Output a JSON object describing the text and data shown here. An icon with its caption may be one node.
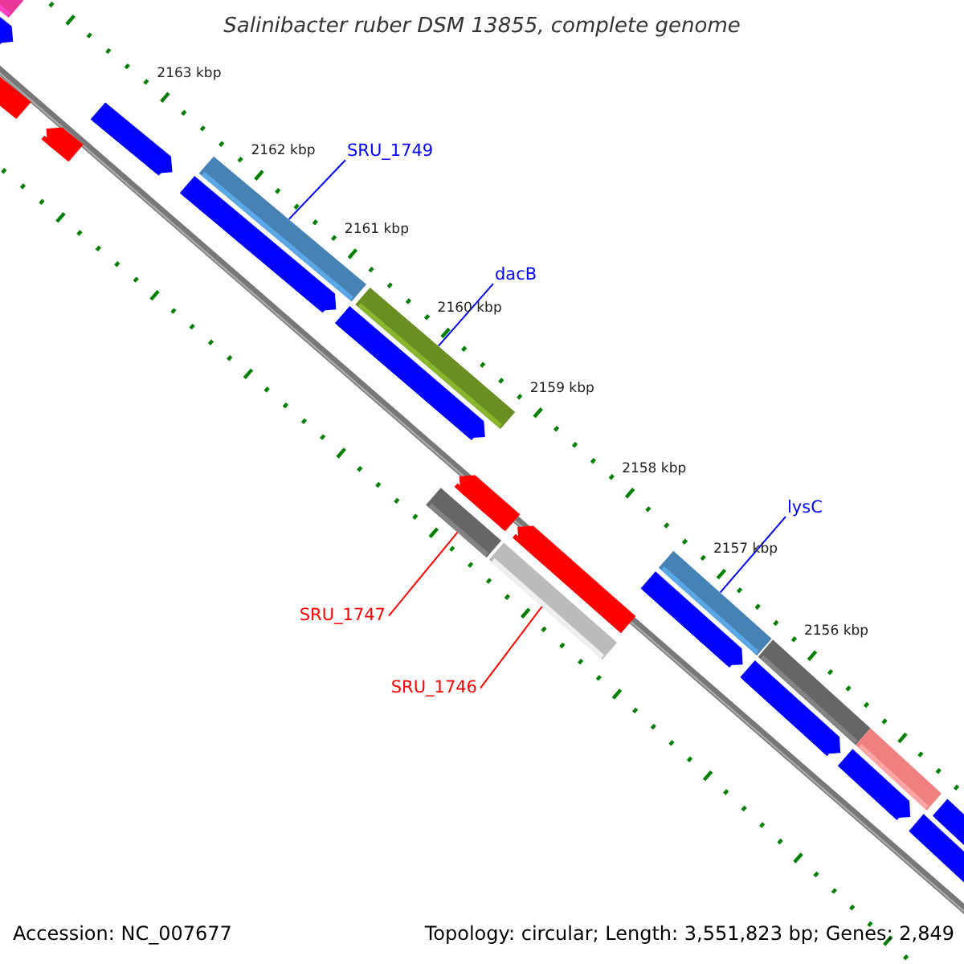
{
  "diagram": {
    "title": "Salinibacter ruber DSM 13855, complete genome",
    "nodes": [
      {
        "text": [
          "SRU_1749"
        ]
      },
      {
        "text": [],
        "shape": "bar"
      },
      {
        "text": [
          "dacB"
        ]
      },
      {
        "text": [],
        "shape": "bar"
      },
      {
        "text": [
          "lysC"
        ]
      },
      {
        "text": [],
        "shape": "bar"
      },
      {
        "text": [
          "SRU_1747"
        ]
      },
      {
        "text": [],
        "shape": "bar"
      },
      {
        "text": [
          "SRU_1746"
        ]
      },
      {
        "text": [],
        "shape": "bar"
      }
    ],
    "edges": [
      {
        "from": 0,
        "to": 1,
        "arrow": "none"
      },
      {
        "from": 2,
        "to": 3,
        "arrow": "none"
      },
      {
        "from": 4,
        "to": 5,
        "arrow": "none"
      },
      {
        "from": 6,
        "to": 7,
        "arrow": "none",
        "color": "#ff0000"
      },
      {
        "from": 8,
        "to": 9,
        "arrow": "none",
        "color": "#ff0000"
      }
    ],
    "labels": [
      "2163 kbp",
      "2162 kbp",
      "2161 kbp",
      "2160 kbp",
      "2159 kbp",
      "2158 kbp",
      "2157 kbp",
      "2156 kbp",
      "Accession: NC_007677",
      "Topology: circular; Length: 3,551,823 bp; Genes: 2,849"
    ]
  }
}
